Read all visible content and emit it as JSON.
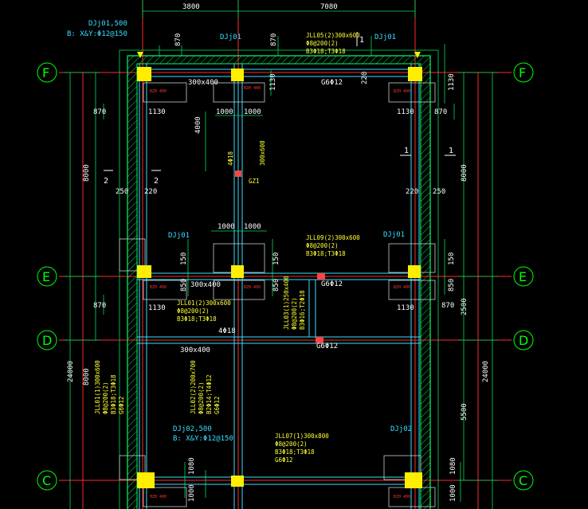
{
  "axes": {
    "F": "F",
    "E": "E",
    "D": "D",
    "C": "C"
  },
  "top_dims": {
    "span1": "3800",
    "span2": "7080",
    "d870a": "870",
    "d870b": "870"
  },
  "section_marks": {
    "s1": "1",
    "s2": "2"
  },
  "pads": {
    "dj01_tl": "DJj01",
    "dj01_tm": "DJj01",
    "dj01_tr": "DJj01",
    "dj01_el": "DJj01",
    "dj01_er": "DJj01",
    "dj02_r": "DJj02",
    "dj01_top_elev": "DJj01,500",
    "dj01_top_bar": "B: X&Y:Φ12@150",
    "dj02_elev": "DJj02,500",
    "dj02_bar": "B: X&Y:Φ12@150"
  },
  "beams": {
    "jll05": [
      "JLL05(2)300x600",
      "Φ8@200(2)",
      "B3Φ18;T3Φ18"
    ],
    "jll09": [
      "JLL09(2)300x600",
      "Φ8@200(2)",
      "B3Φ18;T3Φ18"
    ],
    "jll01": [
      "JLL01(2)300x600",
      "Φ8@200(2)",
      "B3Φ18;T3Φ18"
    ],
    "jll03": [
      "JLL03(1)250x400",
      "Φ8@200(2)",
      "B3Φ16;T2Φ18"
    ],
    "jll02": [
      "JLL02(2)200x700",
      "Φ8@200(2)",
      "B2Φ14;T4Φ12",
      "G6Φ12"
    ],
    "jll01b": [
      "JLL01(1)300x600",
      "Φ8@200(2)",
      "B3Φ18;T3Φ18",
      "G6Φ12"
    ],
    "jll07": [
      "JLL07(1)300x800",
      "Φ8@200(2)",
      "B3Φ18;T3Φ18",
      "G6Φ12"
    ],
    "gz1": [
      "GZ1"
    ],
    "col_note": [
      "4Φ18",
      "300x600"
    ]
  },
  "dims": {
    "d1130": "1130",
    "d1000": "1000",
    "d870": "870",
    "d250": "250",
    "d220": "220",
    "d150": "150",
    "d850": "850",
    "d8000": "8000",
    "d4000": "4000",
    "d2500": "2500",
    "d24000": "24000",
    "d5500": "5500",
    "d1080": "1080",
    "sec300": "300x400",
    "g6": "G6Φ12",
    "tag": "4Φ18",
    "red": "BZH 400"
  }
}
